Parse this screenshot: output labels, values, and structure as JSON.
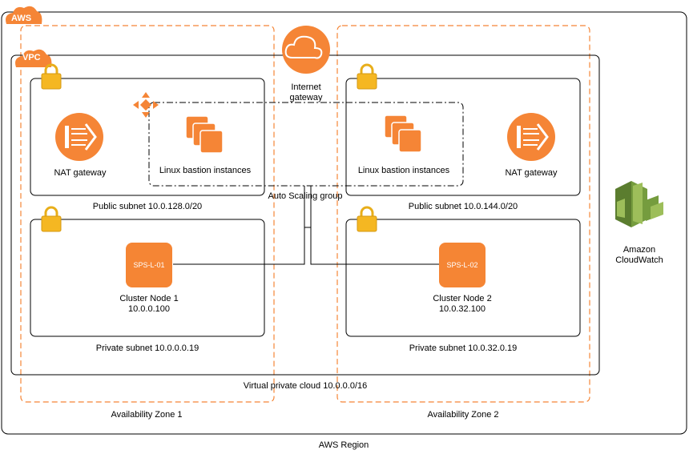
{
  "region": {
    "tag": "AWS",
    "label": "AWS Region"
  },
  "vpc": {
    "tag": "VPC",
    "label": "Virtual private cloud 10.0.0.0/16"
  },
  "zones": [
    {
      "label": "Availability Zone 1"
    },
    {
      "label": "Availability Zone 2"
    }
  ],
  "internet_gateway": {
    "line1": "Internet",
    "line2": "gateway"
  },
  "auto_scaling": {
    "label": "Auto Scaling group"
  },
  "public_subnets": [
    {
      "label": "Public subnet 10.0.128.0/20",
      "nat_label": "NAT gateway",
      "bastion_label": "Linux bastion instances"
    },
    {
      "label": "Public subnet 10.0.144.0/20",
      "nat_label": "NAT gateway",
      "bastion_label": "Linux bastion instances"
    }
  ],
  "private_subnets": [
    {
      "label": "Private subnet 10.0.0.0.19",
      "node_id": "SPS-L-01",
      "node_name": "Cluster Node 1",
      "node_ip": "10.0.0.100"
    },
    {
      "label": "Private subnet 10.0.32.0.19",
      "node_id": "SPS-L-02",
      "node_name": "Cluster Node 2",
      "node_ip": "10.0.32.100"
    }
  ],
  "cloudwatch": {
    "line1": "Amazon",
    "line2": "CloudWatch"
  },
  "colors": {
    "aws_orange": "#F58536",
    "node_orange": "#F58534",
    "cloudwatch_green": "#759C3E",
    "lock_gold": "#E8AE1A"
  }
}
